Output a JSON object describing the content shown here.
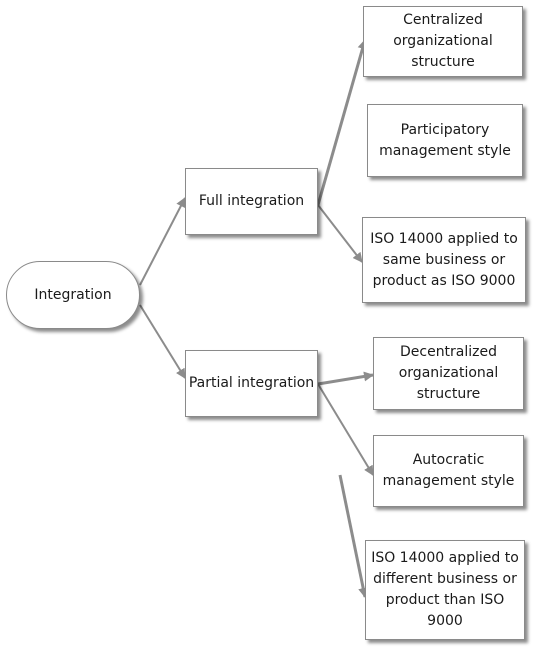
{
  "nodes": {
    "root": "Integration",
    "full": "Full integration",
    "partial": "Partial integration",
    "centralized": "Centralized\norganizational\nstructure",
    "participatory": "Participatory\nmanagement style",
    "iso_same": "ISO 14000 applied to\nsame business or\nproduct as ISO 9000",
    "decentralized": "Decentralized\norganizational\nstructure",
    "autocratic": "Autocratic\nmanagement style",
    "iso_different": "ISO 14000 applied to\ndifferent  business or\nproduct than ISO\n9000"
  },
  "colors": {
    "line": "#8c8c8c",
    "border": "#8a8a8a",
    "text": "#1a1a1a"
  }
}
